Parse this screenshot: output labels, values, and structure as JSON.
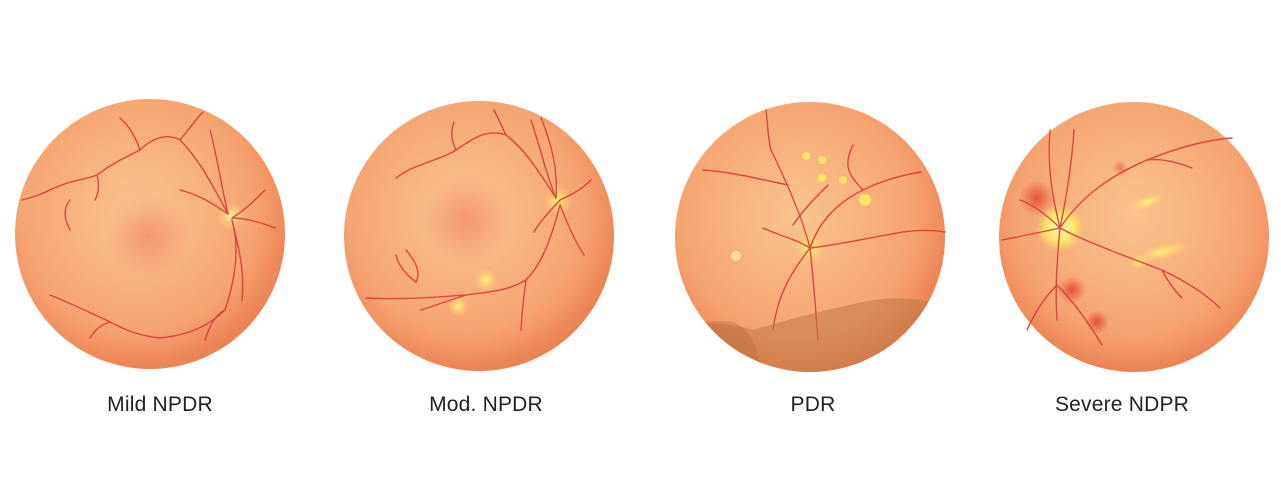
{
  "stages": [
    {
      "label": "Mild NPDR"
    },
    {
      "label": "Mod. NPDR"
    },
    {
      "label": "PDR"
    },
    {
      "label": "Severe NDPR"
    }
  ],
  "colors": {
    "retina_center": "#fbc48d",
    "retina_edge": "#e97a4c",
    "vessel": "#d9483f",
    "exudate": "#fff27a",
    "hemorrhage": "#e0442f",
    "macula": "#f3926d",
    "fibrosis": "#b86a3b"
  }
}
